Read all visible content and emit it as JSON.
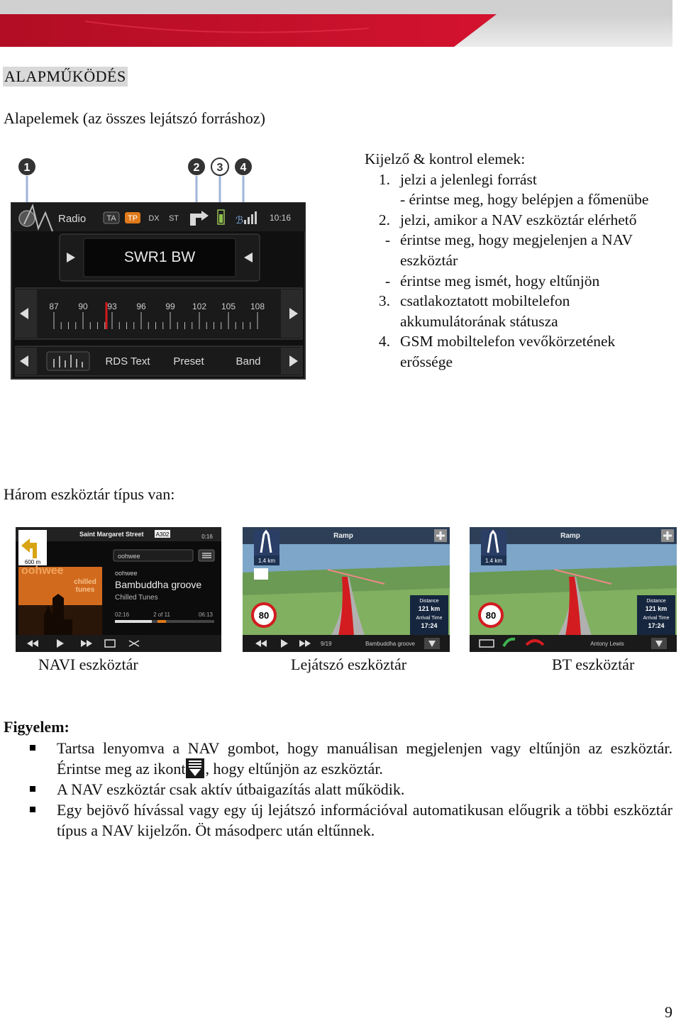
{
  "section": {
    "title": "ALAPMŰKÖDÉS",
    "subtitle": "Alapelemek (az összes lejátszó forráshoz)"
  },
  "radio_screen": {
    "markers": [
      "1",
      "2",
      "3",
      "4"
    ],
    "source": "Radio",
    "flags": [
      "TA",
      "TP",
      "DX",
      "ST"
    ],
    "time": "10:16",
    "station": "SWR1 BW",
    "frequencies": [
      "87",
      "90",
      "93",
      "96",
      "99",
      "102",
      "105",
      "108"
    ],
    "buttons": [
      "RDS Text",
      "Preset",
      "Band"
    ]
  },
  "description": {
    "heading": "Kijelző & kontrol elemek:",
    "items": [
      {
        "num": "1.",
        "lines": [
          "jelzi a jelenlegi forrást"
        ],
        "subs": [
          "- érintse meg, hogy belépjen a főmenübe"
        ]
      },
      {
        "num": "2.",
        "lines": [
          "jelzi, amikor a NAV eszköztár elérhető"
        ],
        "subs": [
          "érintse meg, hogy megjelenjen a NAV eszköztár",
          "érintse meg ismét, hogy eltűnjön"
        ]
      },
      {
        "num": "3.",
        "lines": [
          "csatlakoztatott mobiltelefon akkumulátorának státusza"
        ],
        "subs": []
      },
      {
        "num": "4.",
        "lines": [
          "GSM mobiltelefon vevőkörzetének erőssége"
        ],
        "subs": []
      }
    ],
    "dash": "-"
  },
  "three_types": "Három eszköztár típus van:",
  "navi_shot": {
    "street": "Saint Margaret Street",
    "road": "A302",
    "time": "0:16",
    "distance": "600 m",
    "search": "oohwee",
    "artist": "oohwee",
    "title": "Bambuddha groove",
    "album": "Chilled Tunes",
    "cover_line1": "oohwee",
    "cover_line2": "chilled",
    "cover_line3": "tunes",
    "elapsed": "02:16",
    "track": "2 of 11",
    "total": "06:13"
  },
  "player_shot": {
    "label": "Ramp",
    "dist": "1.4 km",
    "speed": "80",
    "info": [
      "Distance",
      "121 km",
      "Arrival Time",
      "17:24"
    ],
    "track": "9/19",
    "title": "Bambuddha groove"
  },
  "bt_shot": {
    "label": "Ramp",
    "dist": "1.4 km",
    "speed": "80",
    "info": [
      "Distance",
      "121 km",
      "Arrival Time",
      "17:24"
    ],
    "contact": "Antony Lewis"
  },
  "captions": {
    "navi": "NAVI eszköztár",
    "player": "Lejátszó eszköztár",
    "bt": "BT eszköztár"
  },
  "notice": {
    "title": "Figyelem:",
    "b1_part1": "Tartsa lenyomva a NAV gombot, hogy manuálisan megjelenjen vagy eltűnjön az eszköztár. Érintse meg az ikont",
    "b1_part2": ", hogy eltűnjön az eszköztár.",
    "b2": "A NAV eszköztár csak aktív útbaigazítás alatt működik.",
    "b3": "Egy bejövő hívással vagy egy új lejátszó információval automatikusan előugrik a többi eszköztár típus a NAV kijelzőn. Öt másodperc után eltűnnek."
  },
  "page_number": "9",
  "colors": {
    "brand_red": "#c8102e",
    "tp_orange": "#e07a1a",
    "screen_bg": "#111111"
  }
}
